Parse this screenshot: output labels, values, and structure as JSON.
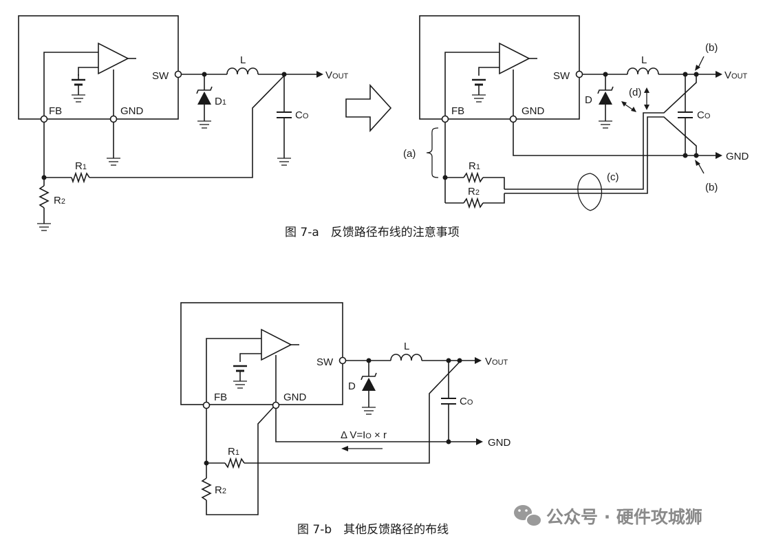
{
  "fig_a": {
    "caption": "图 7-a　反馈路径布线的注意事项",
    "left": {
      "sw": "SW",
      "fb": "FB",
      "gnd": "GND",
      "l": "L",
      "vout_v": "V",
      "vout_sub": "OUT",
      "d_main": "D",
      "d_sub": "1",
      "co_main": "C",
      "co_sub": "O",
      "r1_main": "R",
      "r1_sub": "1",
      "r2_main": "R",
      "r2_sub": "2"
    },
    "right": {
      "sw": "SW",
      "fb": "FB",
      "gnd": "GND",
      "gnd_out": "GND",
      "l": "L",
      "vout_v": "V",
      "vout_sub": "OUT",
      "d": "D",
      "co_main": "C",
      "co_sub": "O",
      "r1_main": "R",
      "r1_sub": "1",
      "r2_main": "R",
      "r2_sub": "2",
      "note_a": "(a)",
      "note_b_top": "(b)",
      "note_b_bottom": "(b)",
      "note_c": "(c)",
      "note_d": "(d)"
    }
  },
  "fig_b": {
    "caption": "图  7-b　其他反馈路径的布线",
    "sw": "SW",
    "fb": "FB",
    "gnd": "GND",
    "gnd_out": "GND",
    "l": "L",
    "vout_v": "V",
    "vout_sub": "OUT",
    "d": "D",
    "co_main": "C",
    "co_sub": "O",
    "r1_main": "R",
    "r1_sub": "1",
    "r2_main": "R",
    "r2_sub": "2",
    "dv_prefix": "Δ V=I",
    "dv_sub": "O",
    "dv_suffix": " × r"
  },
  "watermark": "公众号 · 硬件攻城狮",
  "icons": {
    "watermark_icon": "wechat-icon"
  }
}
